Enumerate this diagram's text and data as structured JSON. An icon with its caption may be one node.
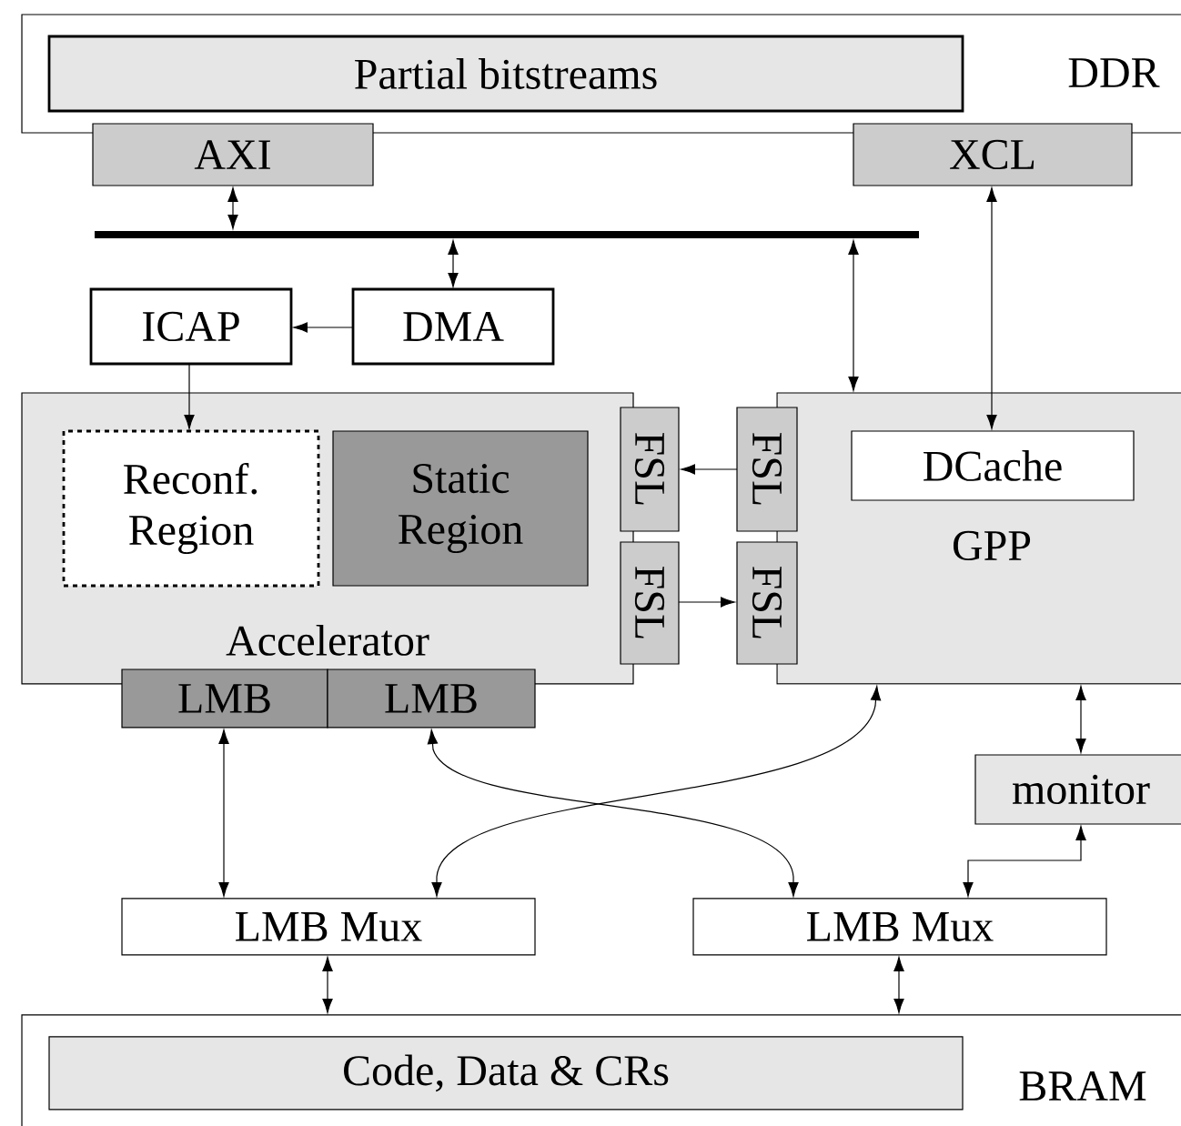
{
  "diagram": {
    "nodes": [
      {
        "text": [
          "DDR"
        ]
      },
      {
        "text": [
          "Partial bitstreams"
        ],
        "in": 0
      },
      {
        "text": [
          "AXI"
        ]
      },
      {
        "text": [
          "XCL"
        ]
      },
      {
        "text": [],
        "shape": "bar"
      },
      {
        "text": [
          "ICAP"
        ]
      },
      {
        "text": [
          "DMA"
        ]
      },
      {
        "text": [
          "Accelerator"
        ]
      },
      {
        "text": [
          "Reconf. Region"
        ],
        "in": 7
      },
      {
        "text": [
          "Static Region"
        ],
        "in": 7
      },
      {
        "text": [
          "FSL"
        ]
      },
      {
        "text": [
          "FSL"
        ]
      },
      {
        "text": [
          "FSL"
        ]
      },
      {
        "text": [
          "FSL"
        ]
      },
      {
        "text": [
          "GPP"
        ]
      },
      {
        "text": [
          "DCache"
        ],
        "in": 14
      },
      {
        "text": [
          "LMB"
        ]
      },
      {
        "text": [
          "LMB"
        ]
      },
      {
        "text": [
          "monitor"
        ]
      },
      {
        "text": [
          "LMB Mux"
        ]
      },
      {
        "text": [
          "LMB Mux"
        ]
      },
      {
        "text": [
          "BRAM"
        ]
      },
      {
        "text": [
          "Code, Data & CRs"
        ],
        "in": 21
      }
    ],
    "edges": [
      {
        "from": 2,
        "to": 4,
        "arrow": "both"
      },
      {
        "from": 6,
        "to": 4,
        "arrow": "both"
      },
      {
        "from": 4,
        "to": 14,
        "arrow": "both"
      },
      {
        "from": 3,
        "to": 15,
        "arrow": "both"
      },
      {
        "from": 6,
        "to": 5,
        "arrow": "to"
      },
      {
        "from": 5,
        "to": 8,
        "arrow": "to"
      },
      {
        "from": 12,
        "to": 10,
        "arrow": "to"
      },
      {
        "from": 11,
        "to": 13,
        "arrow": "to"
      },
      {
        "from": 16,
        "to": 19,
        "arrow": "both"
      },
      {
        "from": 17,
        "to": 20,
        "arrow": "both"
      },
      {
        "from": 14,
        "to": 19,
        "arrow": "both"
      },
      {
        "from": 14,
        "to": 18,
        "arrow": "both"
      },
      {
        "from": 18,
        "to": 20,
        "arrow": "both"
      },
      {
        "from": 19,
        "to": 21,
        "arrow": "both"
      },
      {
        "from": 20,
        "to": 21,
        "arrow": "both"
      }
    ]
  }
}
